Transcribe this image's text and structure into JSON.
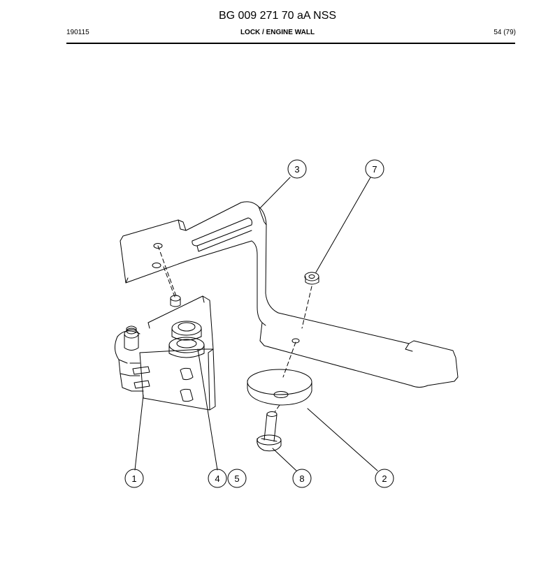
{
  "header": {
    "doc_title": "BG 009 271 70 aA NSS",
    "date_code": "190115",
    "section_title": "LOCK / ENGINE WALL",
    "page_number": "54 (79)"
  },
  "callouts": {
    "c1": "1",
    "c2": "2",
    "c3": "3",
    "c4": "4",
    "c5": "5",
    "c7": "7",
    "c8": "8"
  }
}
